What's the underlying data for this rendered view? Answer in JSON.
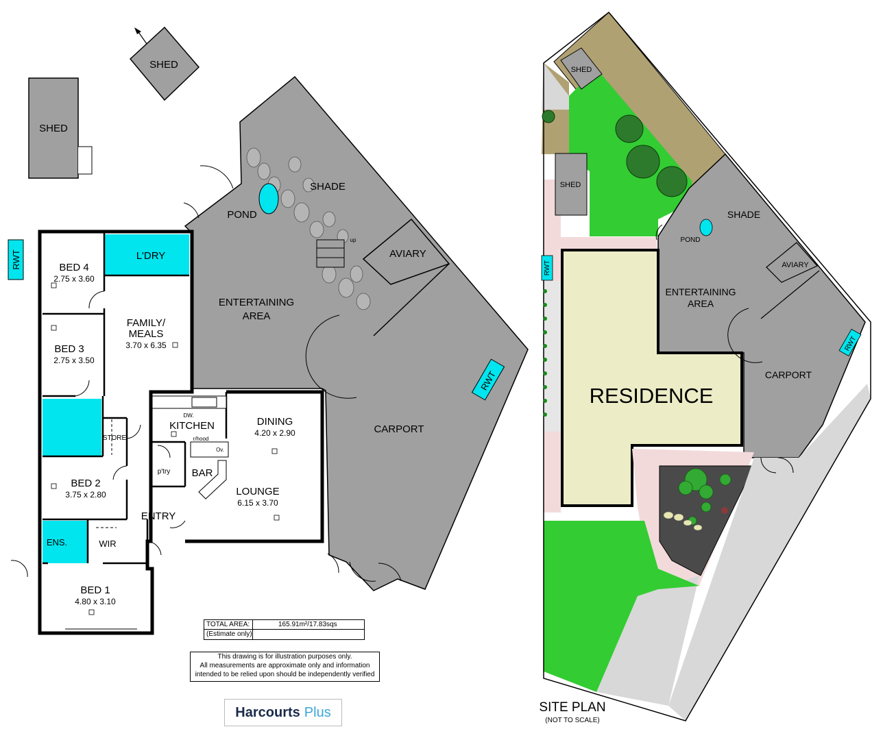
{
  "colors": {
    "building": "#a0a0a0",
    "room_wet": "#00e5ee",
    "residence": "#ecedc6",
    "lawn": "#33cc33",
    "soil": "#b0a173",
    "path": "#f3dada",
    "wall": "#000000"
  },
  "floor_plan": {
    "sheds": [
      "SHED",
      "SHED"
    ],
    "outdoor": {
      "pond": "POND",
      "shade": "SHADE",
      "aviary": "AVIARY",
      "entertaining_1": "ENTERTAINING",
      "entertaining_2": "AREA",
      "carport": "CARPORT",
      "up": "up",
      "rwt_left": "RWT",
      "rwt_right": "RWT"
    },
    "rooms": {
      "bed4_name": "BED 4",
      "bed4_dim": "2.75 x 3.60",
      "laundry": "L'DRY",
      "family_1": "FAMILY/",
      "family_2": "MEALS",
      "family_dim": "3.70 x 6.35",
      "bed3_name": "BED 3",
      "bed3_dim": "2.75 x 3.50",
      "store": "STORE",
      "dw": "DW.",
      "kitchen": "KITCHEN",
      "rhood": "r/hood",
      "ov": "Ov.",
      "pantry": "p'try",
      "bar": "BAR",
      "dining_name": "DINING",
      "dining_dim": "4.20 x 2.90",
      "lounge_name": "LOUNGE",
      "lounge_dim": "6.15 x 3.70",
      "bed2_name": "BED 2",
      "bed2_dim": "3.75 x 2.80",
      "entry": "ENTRY",
      "ens": "ENS.",
      "wir": "WIR",
      "bed1_name": "BED 1",
      "bed1_dim": "4.80 x 3.10"
    },
    "total_area": {
      "label": "TOTAL AREA:",
      "value": "165.91m²/17.83sqs",
      "estimate": "(Estimate only)"
    },
    "disclaimer": [
      "This drawing is for illustration purposes only.",
      "All measurements are approximate only and information",
      "intended to be relied upon should be independently verified"
    ],
    "logo": {
      "brand": "Harcourts",
      "suffix": "Plus"
    }
  },
  "site_plan": {
    "title": "SITE PLAN",
    "subtitle": "(NOT TO SCALE)",
    "shed_top": "SHED",
    "shed_mid": "SHED",
    "shade": "SHADE",
    "pond": "POND",
    "aviary": "AVIARY",
    "entertaining_1": "ENTERTAINING",
    "entertaining_2": "AREA",
    "residence": "RESIDENCE",
    "carport": "CARPORT",
    "rwt_left": "RWT",
    "rwt_right": "RWT"
  }
}
